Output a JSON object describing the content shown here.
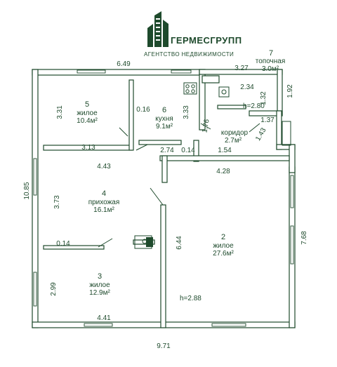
{
  "brand": {
    "name": "ГЕРМЕСГРУПП",
    "tagline": "АГЕНТСТВО НЕДВИЖИМОСТИ"
  },
  "colors": {
    "ink": "#1e4a2c",
    "wall_fill": "#ffffff",
    "background": "#ffffff"
  },
  "rooms": {
    "r5": {
      "num": "5",
      "name": "жилое",
      "area": "10.4м²"
    },
    "r6": {
      "num": "6",
      "name": "кухня",
      "area": "9.1м²"
    },
    "r7": {
      "num": "7",
      "name": "топочная",
      "area": "3.0м²"
    },
    "corridor": {
      "name": "коридор",
      "area": "2.7м²"
    },
    "r4": {
      "num": "4",
      "name": "прихожая",
      "area": "16.1м²"
    },
    "r2": {
      "num": "2",
      "name": "жилое",
      "area": "27.6м²"
    },
    "r3": {
      "num": "3",
      "name": "жилое",
      "area": "12.9м²"
    }
  },
  "heights": {
    "h_top": "h=2.80",
    "h_main": "h=2.88"
  },
  "dims": {
    "d649": "6.49",
    "d327": "3.27",
    "d234": "2.34",
    "d132": "1.32",
    "d192": "1.92",
    "d331": "3.31",
    "d016": "0.16",
    "d333": "3.33",
    "d176": "1.76",
    "d137": "1.37",
    "d143": "1.43",
    "d313": "3.13",
    "d274": "2.74",
    "d014a": "0.14",
    "d154": "1.54",
    "d443": "4.43",
    "d428": "4.28",
    "d1085": "10.85",
    "d373": "3.73",
    "d014b": "0.14",
    "d644": "6.44",
    "d768": "7.68",
    "d299": "2.99",
    "d441": "4.41",
    "d971": "9.71"
  }
}
